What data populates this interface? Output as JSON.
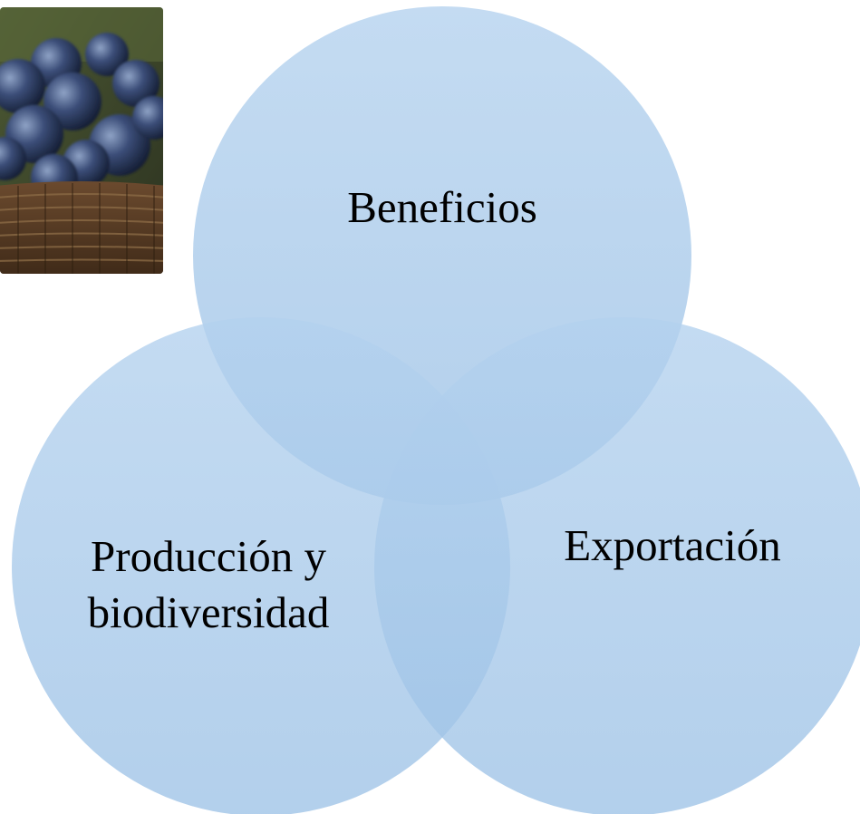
{
  "diagram": {
    "type": "venn",
    "circles": [
      {
        "id": "top",
        "label": "Beneficios"
      },
      {
        "id": "left",
        "label": [
          "Producción y",
          "biodiversidad"
        ]
      },
      {
        "id": "right",
        "label": "Exportación"
      }
    ],
    "fill_color": "#9CC2E5",
    "text_color": "#000000"
  },
  "photo": {
    "subject": "blueberries in a woven basket"
  }
}
